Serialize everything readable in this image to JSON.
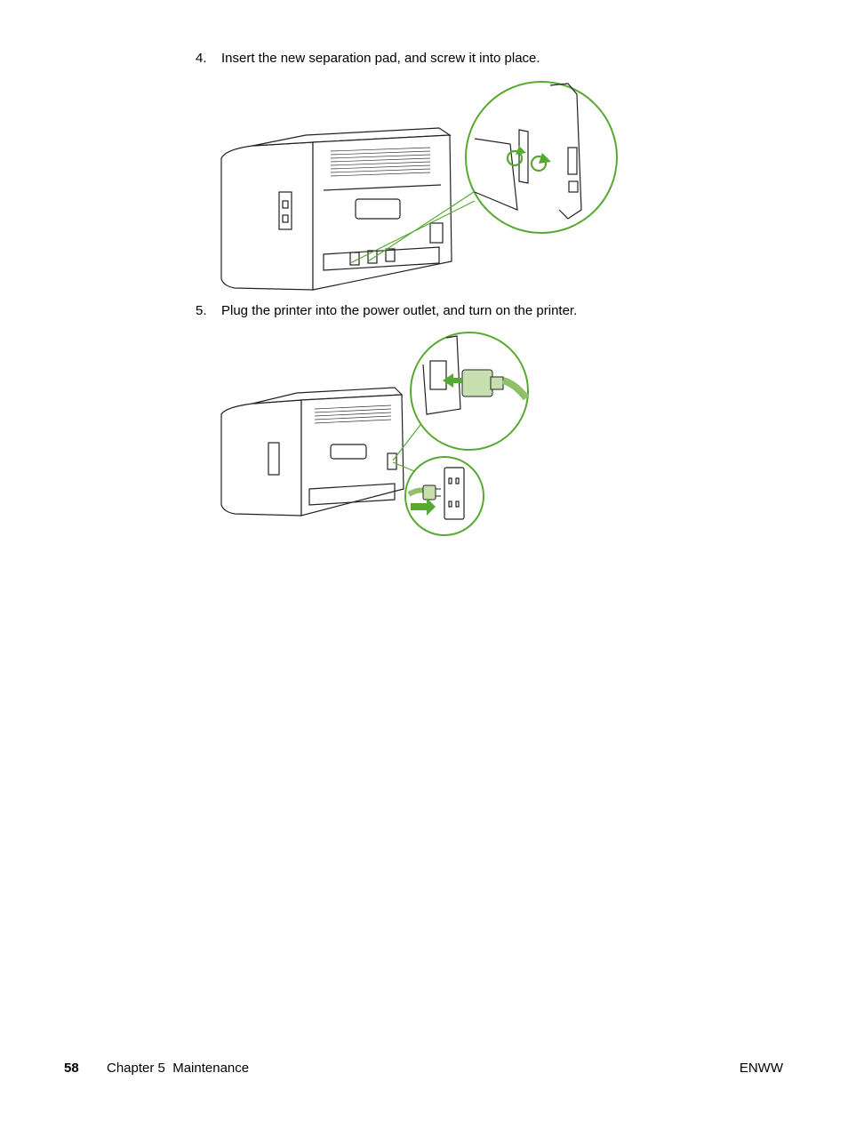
{
  "steps": [
    {
      "number": "4.",
      "text": "Insert the new separation pad, and screw it into place."
    },
    {
      "number": "5.",
      "text": "Plug the printer into the power outlet, and turn on the printer."
    }
  ],
  "figures": [
    {
      "subject": "printer-rear-separation-pad-screws",
      "accent_color": "#57a933"
    },
    {
      "subject": "printer-power-cord-and-outlet",
      "accent_color": "#57a933"
    }
  ],
  "footer": {
    "page_number": "58",
    "chapter": "Chapter 5  Maintenance",
    "doc_id": "ENWW"
  }
}
